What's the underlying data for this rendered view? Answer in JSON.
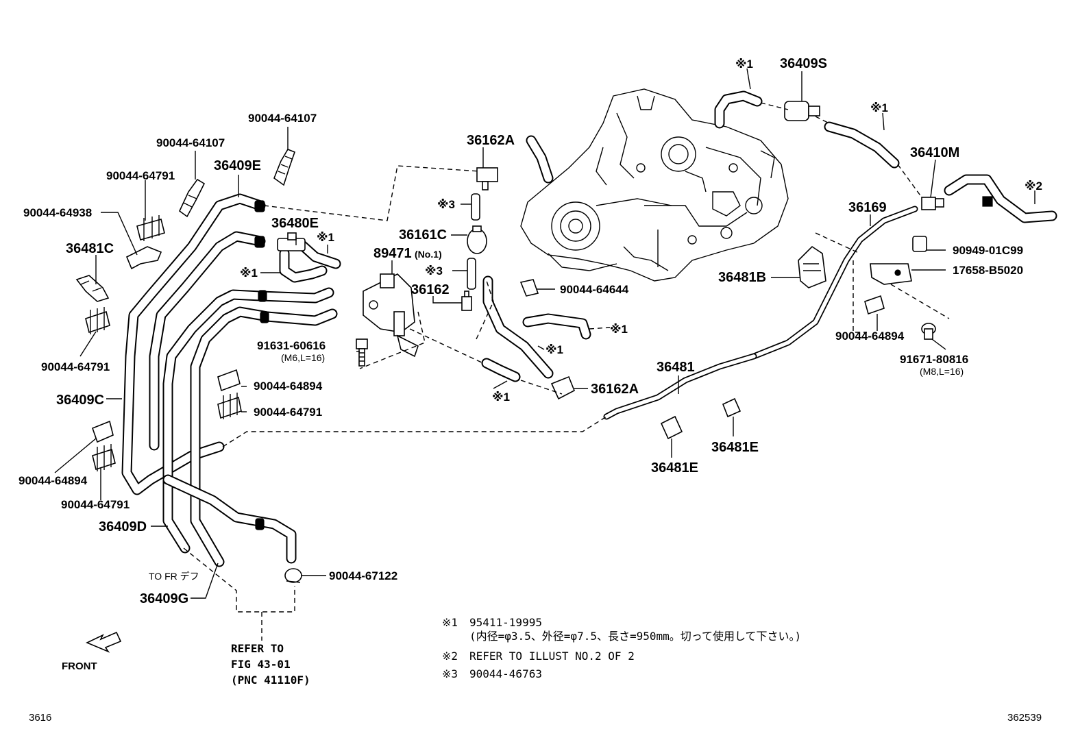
{
  "labels": {
    "p90044_64107_top": "90044-64107",
    "p90044_64107_mid": "90044-64107",
    "p36409E": "36409E",
    "p90044_64791_a": "90044-64791",
    "p90044_64938": "90044-64938",
    "p36480E": "36480E",
    "p36481C": "36481C",
    "p90044_64791_b": "90044-64791",
    "p36409C": "36409C",
    "p90044_64894_a": "90044-64894",
    "p90044_64791_c": "90044-64791",
    "p36409D": "36409D",
    "to_fr": "TO FR デフ",
    "p36409G": "36409G",
    "p36162A_top": "36162A",
    "p36161C": "36161C",
    "p89471": "89471",
    "p89471_sub": "(No.1)",
    "p36162": "36162",
    "p91631": "91631-60616",
    "p91631_sub": "(M6,L=16)",
    "p90044_64894_b": "90044-64894",
    "p90044_64791_d": "90044-64791",
    "p90044_67122": "90044-67122",
    "p90044_64644": "90044-64644",
    "p36162A_low": "36162A",
    "p36409S": "36409S",
    "p36410M": "36410M",
    "p36169": "36169",
    "p36481B": "36481B",
    "p90949": "90949-01C99",
    "p17658": "17658-B5020",
    "p90044_64894_c": "90044-64894",
    "p91671": "91671-80816",
    "p91671_sub": "(M8,L=16)",
    "p36481": "36481",
    "p36481E_a": "36481E",
    "p36481E_b": "36481E"
  },
  "marks": {
    "m1": "※1",
    "m2": "※2",
    "m3": "※3"
  },
  "refer": {
    "line1": "REFER TO",
    "line2": "FIG 43-01",
    "line3": "(PNC 41110F)"
  },
  "front_label": "FRONT",
  "notes": {
    "n1_mark": "※1",
    "n1_text": "95411-19995",
    "n1_detail": "(内径=φ3.5、外径=φ7.5、長さ=950mm。切って使用して下さい。)",
    "n2_mark": "※2",
    "n2_text": "REFER TO ILLUST NO.2 OF 2",
    "n3_mark": "※3",
    "n3_text": "90044-46763"
  },
  "footer": {
    "left": "3616",
    "right": "362539"
  }
}
